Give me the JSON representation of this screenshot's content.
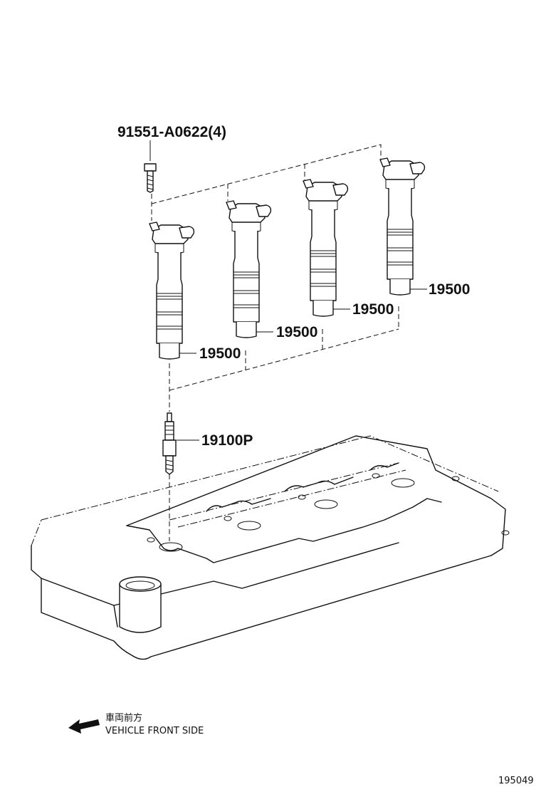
{
  "parts": {
    "bolt": "91551-A0622(4)",
    "coil_1": "19500",
    "coil_2": "19500",
    "coil_3": "19500",
    "coil_4": "19500",
    "spark_plug": "19100P"
  },
  "direction": {
    "japanese": "車両前方",
    "english": "VEHICLE FRONT SIDE"
  },
  "illustration_number": "195049",
  "icons": {
    "arrow": "arrow-left-icon"
  }
}
